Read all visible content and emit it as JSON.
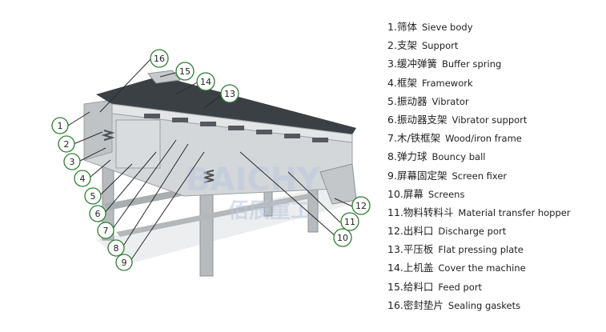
{
  "legend": [
    {
      "num": "1.",
      "cn": "筛体",
      "en": "Sieve body"
    },
    {
      "num": "2.",
      "cn": "支架",
      "en": "Support"
    },
    {
      "num": "3.",
      "cn": "缓冲弹簧",
      "en": "Buffer spring"
    },
    {
      "num": "4.",
      "cn": "框架",
      "en": "Framework"
    },
    {
      "num": "5.",
      "cn": "振动器",
      "en": "Vibrator"
    },
    {
      "num": "6.",
      "cn": "振动器支架",
      "en": "Vibrator support"
    },
    {
      "num": "7.",
      "cn": "木/铁框架",
      "en": "Wood/iron frame"
    },
    {
      "num": "8.",
      "cn": "弹力球",
      "en": "Bouncy ball"
    },
    {
      "num": "9.",
      "cn": "屏幕固定架",
      "en": "Screen fixer"
    },
    {
      "num": "10.",
      "cn": "屏幕",
      "en": "Screens"
    },
    {
      "num": "11.",
      "cn": "物料转料斗",
      "en": "Material transfer hopper"
    },
    {
      "num": "12.",
      "cn": "出料口",
      "en": "Discharge port"
    },
    {
      "num": "13.",
      "cn": "平压板",
      "en": "Flat pressing plate"
    },
    {
      "num": "14.",
      "cn": "上机盖",
      "en": "Cover the machine"
    },
    {
      "num": "15.",
      "cn": "给料口",
      "en": "Feed port"
    },
    {
      "num": "16.",
      "cn": "密封垫片",
      "en": "Sealing gaskets"
    }
  ],
  "callouts": [
    "1",
    "2",
    "3",
    "4",
    "5",
    "6",
    "7",
    "8",
    "9",
    "10",
    "11",
    "12",
    "13",
    "14",
    "15",
    "16"
  ],
  "watermark": {
    "latin": "BAICHY",
    "cn": "佰辰重工"
  },
  "colors": {
    "callout_stroke": "#2e7d32",
    "body": "#c9ccce",
    "dark": "#3a3f44"
  }
}
